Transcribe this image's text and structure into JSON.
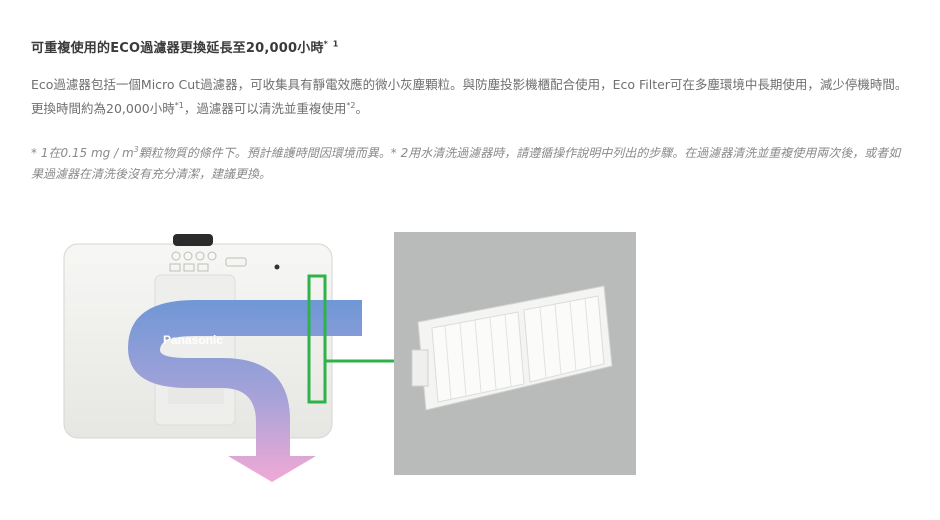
{
  "heading": {
    "text": "可重複使用的ECO過濾器更換延長至20,000小時",
    "note_mark": "*",
    "note_num": "1"
  },
  "paragraph": {
    "part1": "Eco過濾器包括一個Micro Cut過濾器，可收集具有靜電效應的微小灰塵顆粒。與防塵投影機櫃配合使用，Eco Filter可在多塵環境中長期使用，減少停機時間。更換時間約為20,000小時",
    "mark1": "*1",
    "part2": "，過濾器可以清洗並重複使用",
    "mark2": "*2",
    "part3": "。"
  },
  "footnote": {
    "part1": "* 1在0.15 mg / m",
    "sup": "3",
    "part2": "顆粒物質的條件下。預計維護時間因環境而異。* 2用水清洗過濾器時，請遵循操作說明中列出的步驟。在過濾器清洗並重複使用兩次後，或者如果過濾器在清洗後沒有充分清潔，建議更換。"
  },
  "figure": {
    "brand_label": "Panasonic",
    "colors": {
      "airflow_top": "#6f97d6",
      "airflow_bottom": "#f2a9d6",
      "highlight": "#2db34a",
      "photo_bg": "#b9bbba",
      "projector_body": "#f2f2f0"
    }
  }
}
